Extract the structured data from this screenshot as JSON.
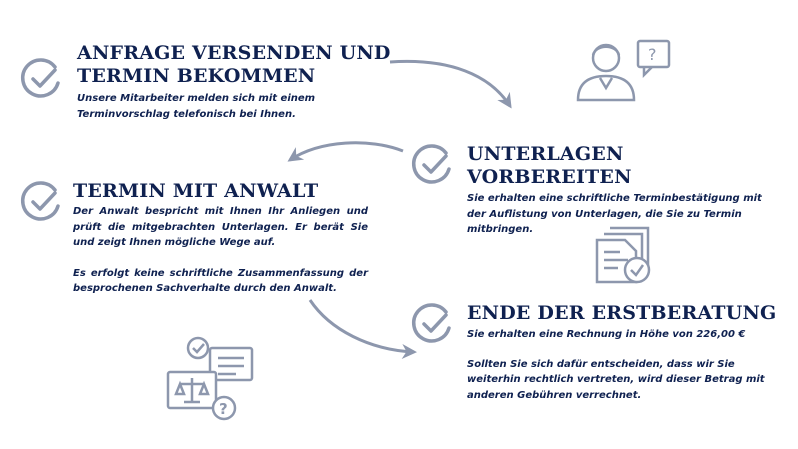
{
  "colors": {
    "navy": "#0f2150",
    "gray": "#8d97ad"
  },
  "steps": [
    {
      "title_lines": [
        "ANFRAGE VERSENDEN UND",
        "TERMIN BEKOMMEN"
      ],
      "paragraphs": [
        "Unsere Mitarbeiter melden sich mit einem Terminvorschlag telefonisch bei Ihnen."
      ],
      "icon": "check-circle-icon"
    },
    {
      "title_lines": [
        "UNTERLAGEN VORBEREITEN"
      ],
      "paragraphs": [
        "Sie erhalten eine schriftliche Terminbestätigung mit der Auflistung von Unterlagen, die Sie zu Termin mitbringen."
      ],
      "icon": "check-circle-icon"
    },
    {
      "title_lines": [
        "TERMIN MIT ANWALT"
      ],
      "paragraphs": [
        "Der Anwalt bespricht mit Ihnen Ihr Anliegen und prüft die mitgebrachten Unterlagen. Er berät Sie und zeigt Ihnen mögliche Wege auf.",
        "Es erfolgt keine schriftliche Zusammenfassung der besprochenen Sachverhalte durch den Anwalt."
      ],
      "icon": "check-circle-icon"
    },
    {
      "title_lines": [
        "ENDE DER ERSTBERATUNG"
      ],
      "paragraphs": [
        "Sie erhalten eine Rechnung in Höhe von 226,00 €",
        "Sollten Sie sich dafür entscheiden, dass wir Sie weiterhin rechtlich vertreten, wird dieser Betrag mit anderen Gebühren verrechnet."
      ],
      "icon": "check-circle-icon"
    }
  ],
  "illustrations": [
    "person-question-icon",
    "documents-check-icon",
    "legal-chat-icon"
  ]
}
